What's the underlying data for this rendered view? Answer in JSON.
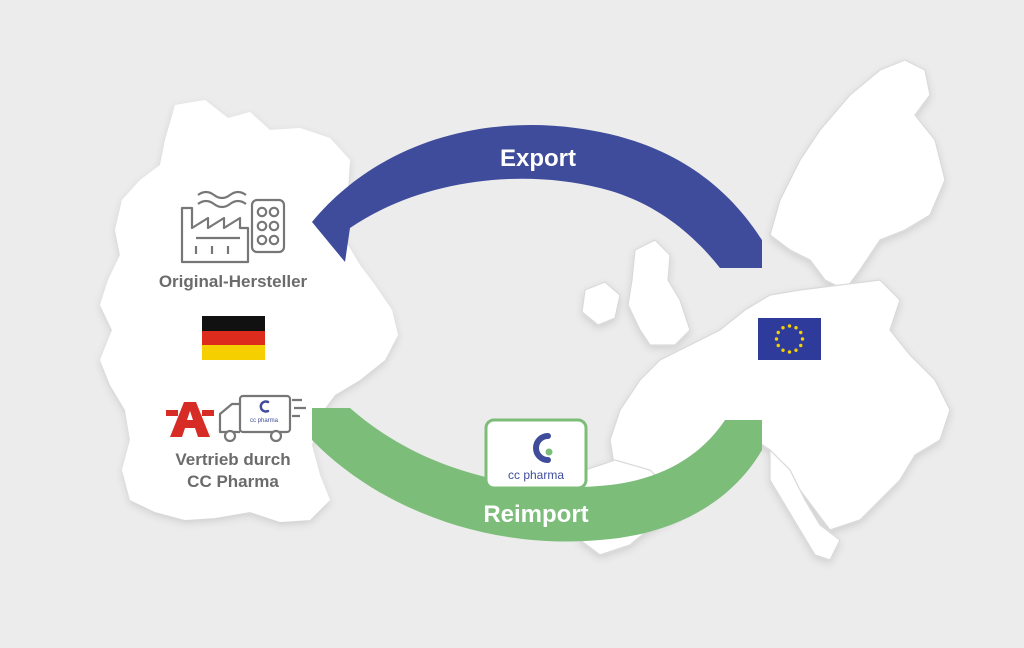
{
  "labels": {
    "export": "Export",
    "reimport": "Reimport",
    "manufacturer": "Original-Hersteller",
    "distribution_line1": "Vertrieb durch",
    "distribution_line2": "CC Pharma"
  },
  "logo": {
    "brand_text": "cc pharma",
    "truck_logo_text": "cc pharma"
  },
  "icons": {
    "factory": "factory-icon",
    "pills": "pill-blister-icon",
    "pharmacy": "pharmacy-a-icon",
    "truck": "delivery-truck-icon"
  },
  "colors": {
    "background": "#ececec",
    "map_fill": "#ffffff",
    "export_arrow": "#3f4c9c",
    "reimport_arrow": "#7cbd7a",
    "label_gray": "#6b6b6b",
    "pharmacy_red": "#d72c26",
    "eu_blue": "#2e3b9a",
    "eu_star": "#f5d000",
    "flag_black": "#111111",
    "flag_red": "#dd2b1e",
    "flag_gold": "#f5cf00",
    "logo_blue": "#3f4c9c",
    "logo_green": "#7cbd7a"
  }
}
